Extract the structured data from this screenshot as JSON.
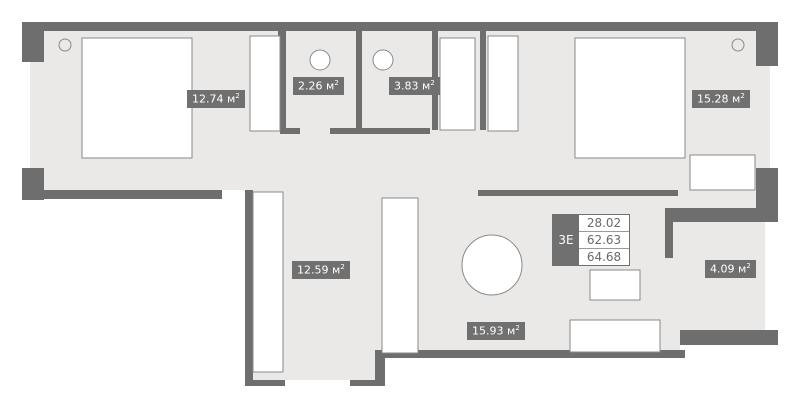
{
  "rooms": [
    {
      "area": "12.74",
      "unit": "м",
      "sup": "2"
    },
    {
      "area": "2.26",
      "unit": "м",
      "sup": "2"
    },
    {
      "area": "3.83",
      "unit": "м",
      "sup": "2"
    },
    {
      "area": "15.28",
      "unit": "м",
      "sup": "2"
    },
    {
      "area": "12.59",
      "unit": "м",
      "sup": "2"
    },
    {
      "area": "15.93",
      "unit": "м",
      "sup": "2"
    },
    {
      "area": "4.09",
      "unit": "м",
      "sup": "2"
    }
  ],
  "info": {
    "code": "3E",
    "values": [
      "28.02",
      "62.63",
      "64.68"
    ]
  },
  "colors": {
    "wall": "#6e6e6e",
    "floor": "#ebe8e8",
    "label": "#707070"
  }
}
